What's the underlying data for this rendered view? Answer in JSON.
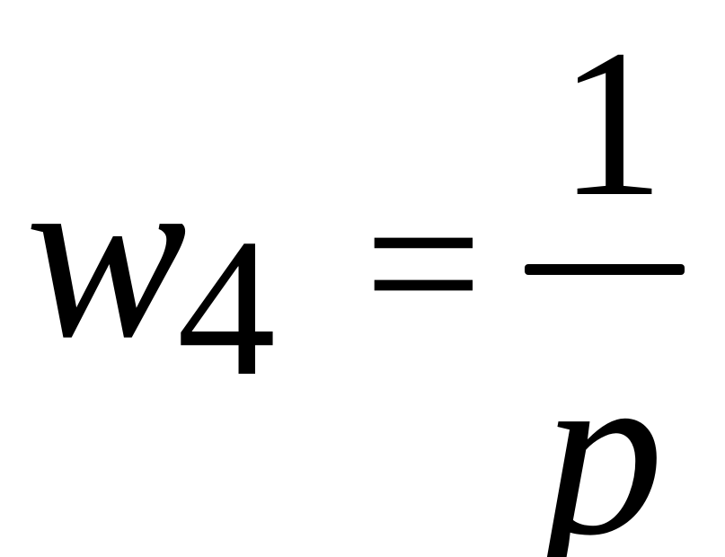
{
  "equation": {
    "lhs_variable": "w",
    "lhs_subscript": "4",
    "relation": "=",
    "rhs_numerator": "1",
    "rhs_denominator": "p"
  },
  "colors": {
    "text": "#000000",
    "background": "#ffffff"
  }
}
